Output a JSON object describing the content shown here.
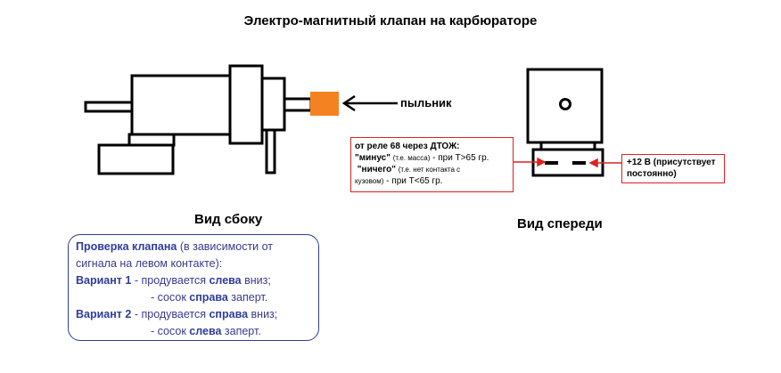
{
  "title": "Электро-магнитный клапан на карбюраторе",
  "labels": {
    "side_view": "Вид сбоку",
    "front_view": "Вид спереди",
    "pylnik": "пыльник"
  },
  "relay_note": {
    "line1": "от реле 68 через ДТОЖ:",
    "minus_label": "\"минус\"",
    "minus_hint": "(т.е. масса)",
    "minus_cond": " - при Т>65 гр.",
    "nothing_label": "\"ничего\"",
    "nothing_hint": "(т.е. нет контакта с",
    "nothing_hint2": "кузовом)",
    "nothing_cond": " - при Т<65 гр."
  },
  "plus_note": {
    "line1": "+12 В (присутствует",
    "line2": "постоянно)"
  },
  "check": {
    "heading": "Проверка клапана",
    "heading_rest": " (в зависимости от",
    "line2": "сигнала на левом контакте):",
    "v1_label": "Вариант 1",
    "v1_pre": " - продувается ",
    "v1_dir": "слева",
    "v1_post": " вниз;",
    "v1b_pre": "- сосок ",
    "v1b_dir": "справа",
    "v1b_post": " заперт.",
    "v2_label": "Вариант 2",
    "v2_pre": " - продувается ",
    "v2_dir": "справа",
    "v2_post": " вниз;",
    "v2b_pre": "- сосок ",
    "v2b_dir": "слева",
    "v2b_post": " заперт."
  },
  "colors": {
    "outline": "#000000",
    "dust_boot": "#f58220",
    "note_border": "#dd2222",
    "check_border": "#2f3d9a",
    "check_text": "#3a3a8c"
  }
}
